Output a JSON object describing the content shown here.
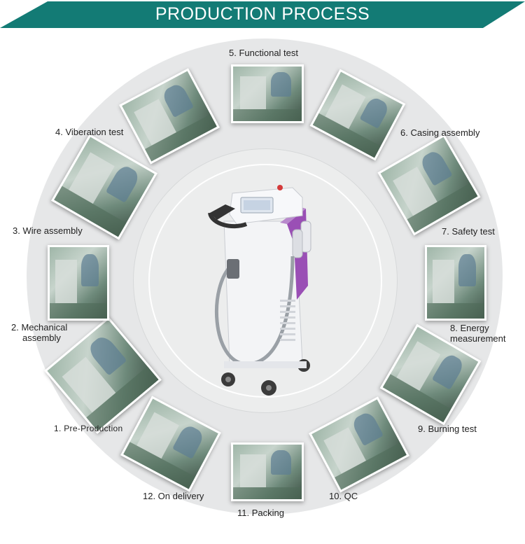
{
  "header": {
    "title": "PRODUCTION PROCESS"
  },
  "colors": {
    "banner": "#137b75",
    "accent": "#9a4fb5"
  },
  "steps": [
    {
      "label": "1. Pre-Production"
    },
    {
      "label": "2. Mechanical assembly",
      "line1": "2. Mechanical",
      "line2": "assembly"
    },
    {
      "label": "3. Wire assembly"
    },
    {
      "label": "4. Viberation test"
    },
    {
      "label": "5. Functional test"
    },
    {
      "label": "6. Casing assembly"
    },
    {
      "label": "7. Safety test"
    },
    {
      "label": "8. Energy measurement",
      "line1": "8. Energy",
      "line2": "measurement"
    },
    {
      "label": "9. Burning test"
    },
    {
      "label": "10. QC"
    },
    {
      "label": "11. Packing"
    },
    {
      "label": "12. On delivery"
    }
  ]
}
